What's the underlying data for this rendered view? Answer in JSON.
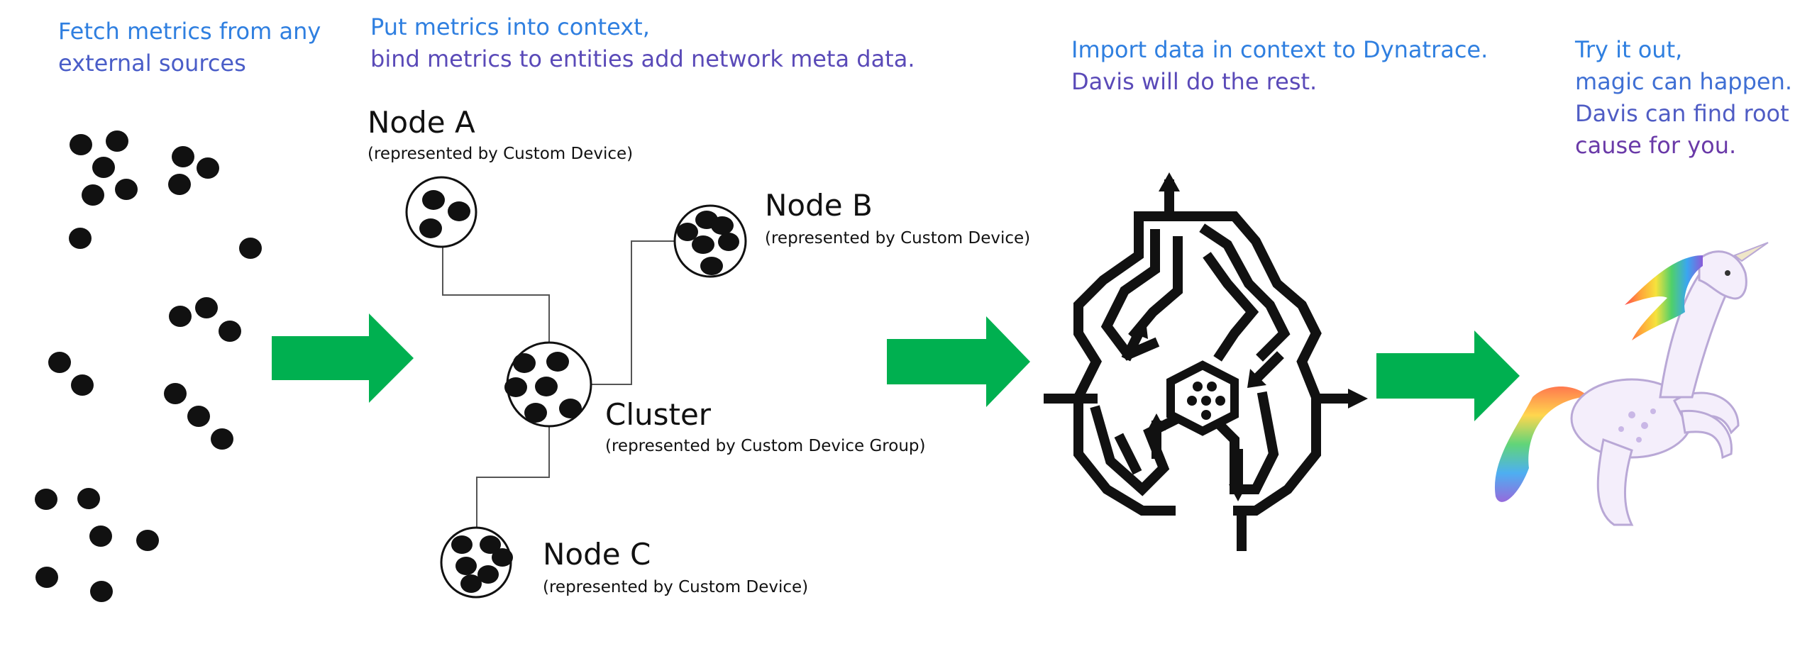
{
  "steps": [
    {
      "lines": [
        "Fetch metrics from any",
        "external sources"
      ]
    },
    {
      "lines": [
        "Put metrics into context,",
        "bind metrics to entities add network meta data."
      ]
    },
    {
      "lines": [
        "Import data in context to Dynatrace.",
        "Davis will do the rest."
      ]
    },
    {
      "lines": [
        "Try it out,",
        "magic can happen.",
        "Davis can find root",
        "cause for you."
      ]
    }
  ],
  "nodes": {
    "node_a": {
      "title": "Node A",
      "subtitle": "(represented by Custom Device)"
    },
    "node_b": {
      "title": "Node B",
      "subtitle": "(represented by Custom Device)"
    },
    "cluster": {
      "title": "Cluster",
      "subtitle": "(represented by Custom Device Group)"
    },
    "node_c": {
      "title": "Node C",
      "subtitle": "(represented by Custom Device)"
    }
  },
  "colors": {
    "caption_gradient_start": "#2f7fe0",
    "caption_gradient_end": "#6a3aa8",
    "arrow": "#00b050",
    "dot": "#111111"
  },
  "icons": [
    "metric-dot-icon",
    "arrow-right-icon",
    "davis-brain-maze-icon",
    "unicorn-icon"
  ]
}
